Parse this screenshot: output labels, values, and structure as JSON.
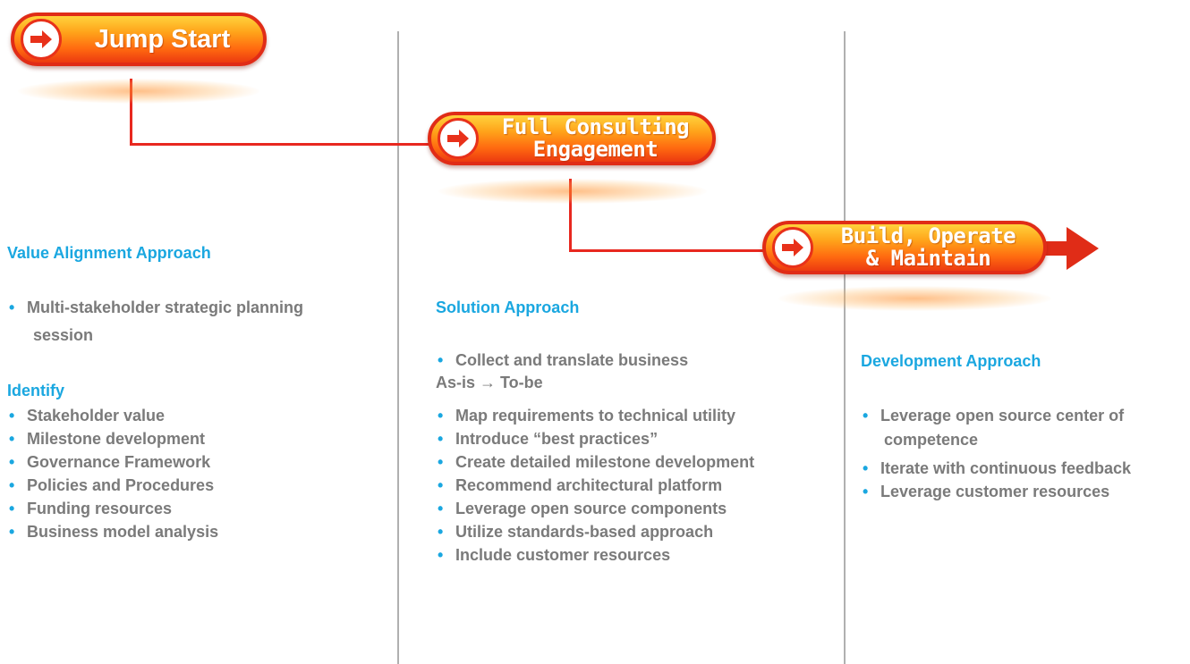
{
  "stages": [
    {
      "lines": [
        "Jump Start"
      ]
    },
    {
      "lines": [
        "Full Consulting",
        "Engagement"
      ]
    },
    {
      "lines": [
        "Build, Operate",
        "& Maintain"
      ]
    }
  ],
  "columns": {
    "col1": {
      "heading1": "Value Alignment Approach",
      "bullets1": [
        "Multi-stakeholder strategic planning",
        "session"
      ],
      "heading2": "Identify",
      "bullets2": [
        "Stakeholder value",
        "Milestone development",
        "Governance Framework",
        "Policies and Procedures",
        "Funding resources",
        "Business model analysis"
      ]
    },
    "col2": {
      "heading": "Solution Approach",
      "first_bullet": "Collect and translate business",
      "asis_line": "As-is → To-be",
      "bullets": [
        "Map requirements to technical utility",
        "Introduce “best practices”",
        "Create detailed milestone development",
        "Recommend architectural platform",
        "Leverage open source components",
        "Utilize standards-based approach",
        "Include customer resources"
      ]
    },
    "col3": {
      "heading": "Development Approach",
      "bullets": [
        "Leverage open source center of",
        "competence",
        "Iterate with continuous feedback",
        "Leverage customer resources"
      ]
    }
  },
  "colors": {
    "accent": "#1aa7e0",
    "pill_border": "#e02c17",
    "text": "#7a7a7a",
    "connector": "#e8281f"
  }
}
